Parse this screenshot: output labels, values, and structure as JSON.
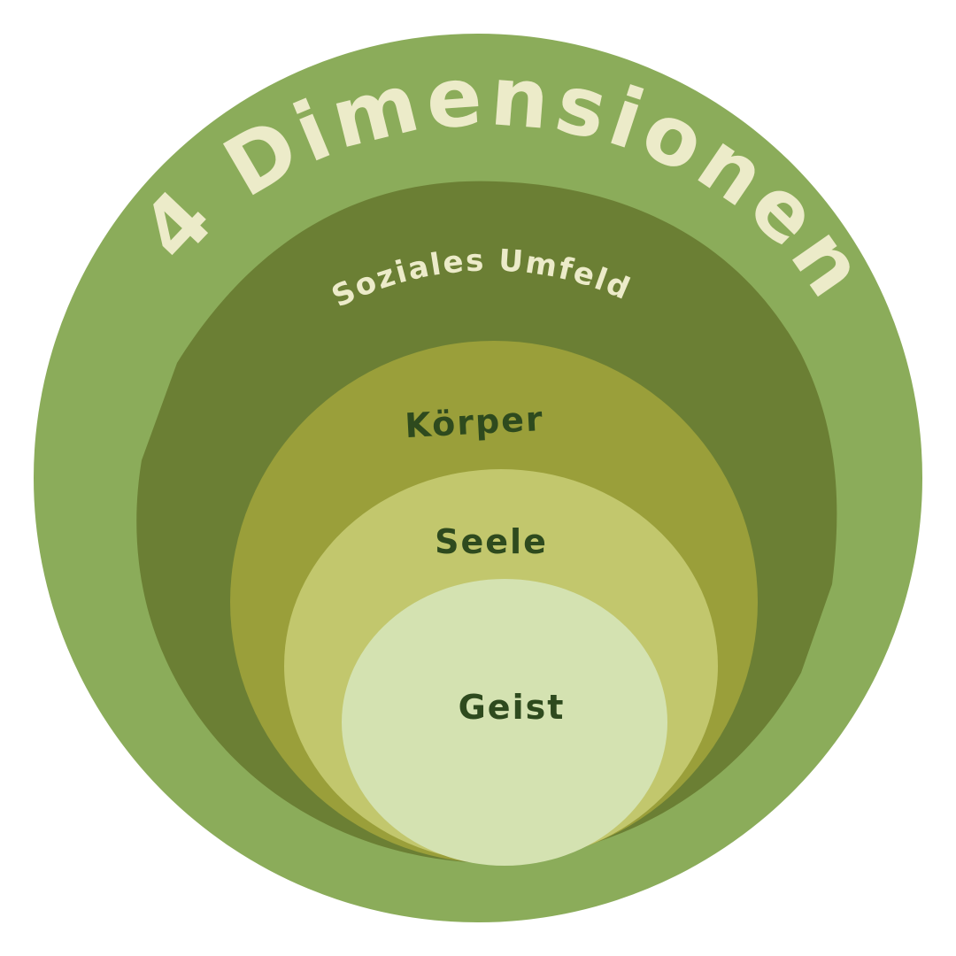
{
  "title": "4 Dimensionen",
  "layers": [
    {
      "label": "Soziales Umfeld",
      "fill": "#6b7f34"
    },
    {
      "label": "Körper",
      "fill": "#9a9f3a"
    },
    {
      "label": "Seele",
      "fill": "#c2c76d"
    },
    {
      "label": "Geist",
      "fill": "#d4e2b1"
    }
  ],
  "colors": {
    "outer_circle": "#8bac5a",
    "light_text": "#ecebc9",
    "dark_text": "#2e4a1e"
  }
}
